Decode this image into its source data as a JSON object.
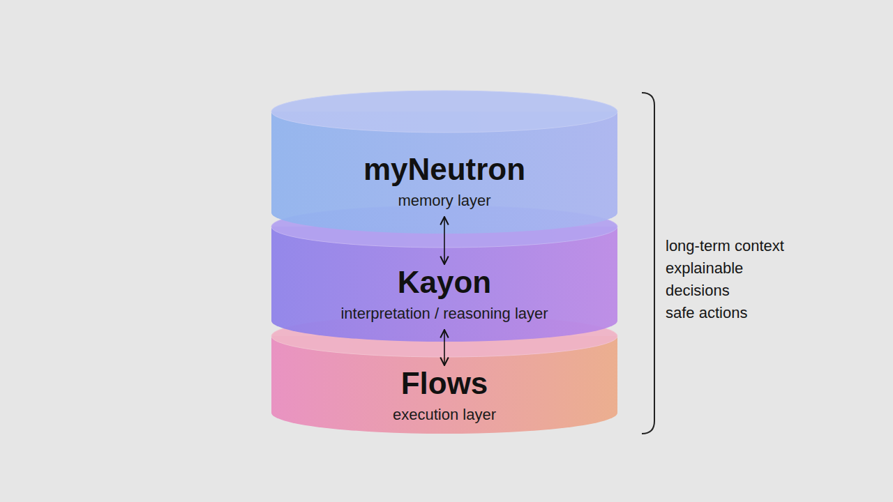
{
  "diagram": {
    "nodes": [
      {
        "text": [
          "myNeutron",
          "memory layer"
        ]
      },
      {
        "text": [
          "Kayon",
          "interpretation / reasoning layer"
        ]
      },
      {
        "text": [
          "Flows",
          "execution layer"
        ]
      }
    ],
    "edges": [
      {
        "from": 0,
        "to": 1,
        "arrow": "both"
      },
      {
        "from": 1,
        "to": 2,
        "arrow": "both"
      }
    ],
    "labels": [
      "long-term context",
      "explainable decisions",
      "safe actions"
    ]
  }
}
